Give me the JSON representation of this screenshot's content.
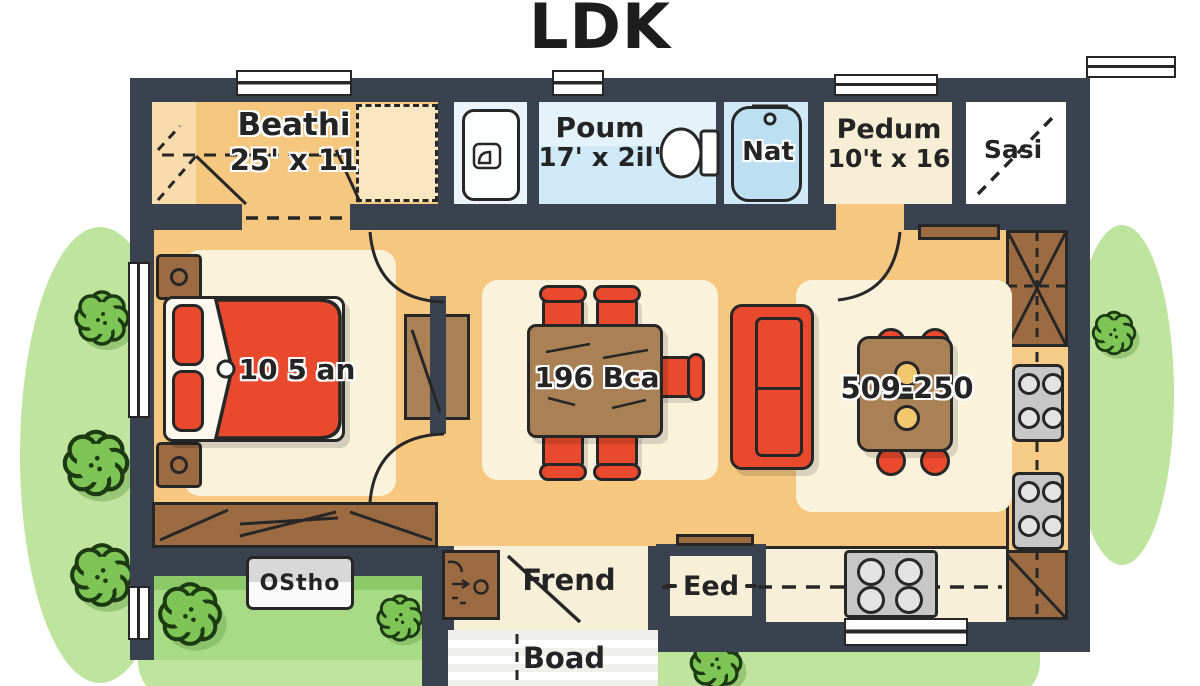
{
  "title": "LDK",
  "rooms": {
    "beathi": {
      "name": "Beathi",
      "dims": "25' x 11"
    },
    "poum": {
      "name": "Poum",
      "dims": "17' x 2il'"
    },
    "nat": {
      "label": "Nat"
    },
    "pedum": {
      "name": "Pedum",
      "dims": "10't x 16"
    },
    "sast": {
      "label": "Sasi"
    },
    "entry": {
      "label": "Frend"
    },
    "eed": {
      "label": "Eed"
    },
    "steps": {
      "label": "Boad"
    },
    "yard_sign": {
      "label": "OStho"
    }
  },
  "furniture": {
    "bed": {
      "label": "10 5 an"
    },
    "dining_table": {
      "label": "196 Bca"
    },
    "coffee_table": {
      "label": "509-250"
    }
  },
  "colors": {
    "wall": "#39424E",
    "floor_orange": "#F6C77F",
    "rug_cream": "#FAF2DB",
    "bath_blue": "#CFE9F6",
    "room_cream": "#F8EED5",
    "accent_red": "#E94A2D",
    "wood_dark": "#9C6B42",
    "wood_table": "#AA8154",
    "garden_green": "#BEE49E",
    "bush_green": "#7FC556",
    "line_dark": "#272727"
  }
}
